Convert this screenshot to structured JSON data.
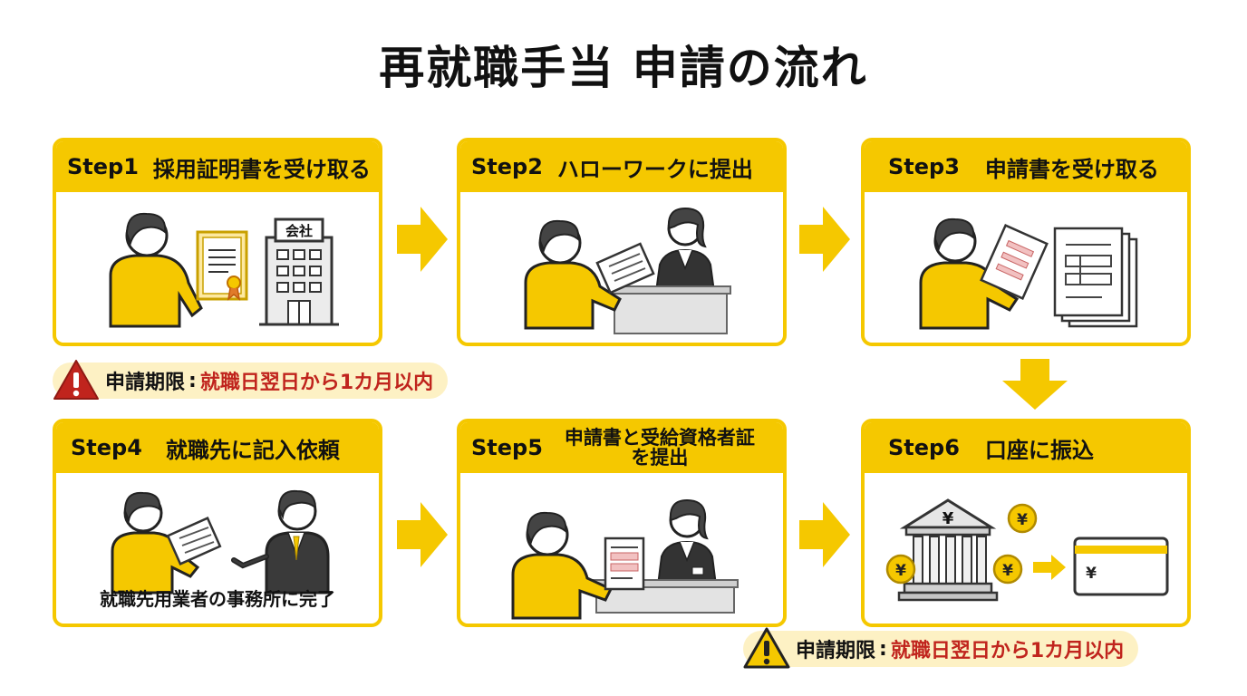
{
  "title": "再就職手当 申請の流れ",
  "steps": [
    {
      "number": "Step1",
      "title": "採用証明書を受け取る",
      "building_label": "会社"
    },
    {
      "number": "Step2",
      "title": "ハローワークに提出"
    },
    {
      "number": "Step3",
      "title": "申請書を受け取る"
    },
    {
      "number": "Step4",
      "title": "就職先に記入依頼",
      "caption": "就職先用業者の事務所に完了"
    },
    {
      "number": "Step5",
      "title": "申請書と受給資格者証を提出"
    },
    {
      "number": "Step6",
      "title": "口座に振込",
      "currency": "¥"
    }
  ],
  "deadline": {
    "label": "申請期限",
    "separator": ":",
    "value": "就職日翌日から1カ月以内"
  },
  "colors": {
    "accent": "#f5c800",
    "warning": "#c0241d",
    "deadline_bg": "#fdf1c4"
  }
}
